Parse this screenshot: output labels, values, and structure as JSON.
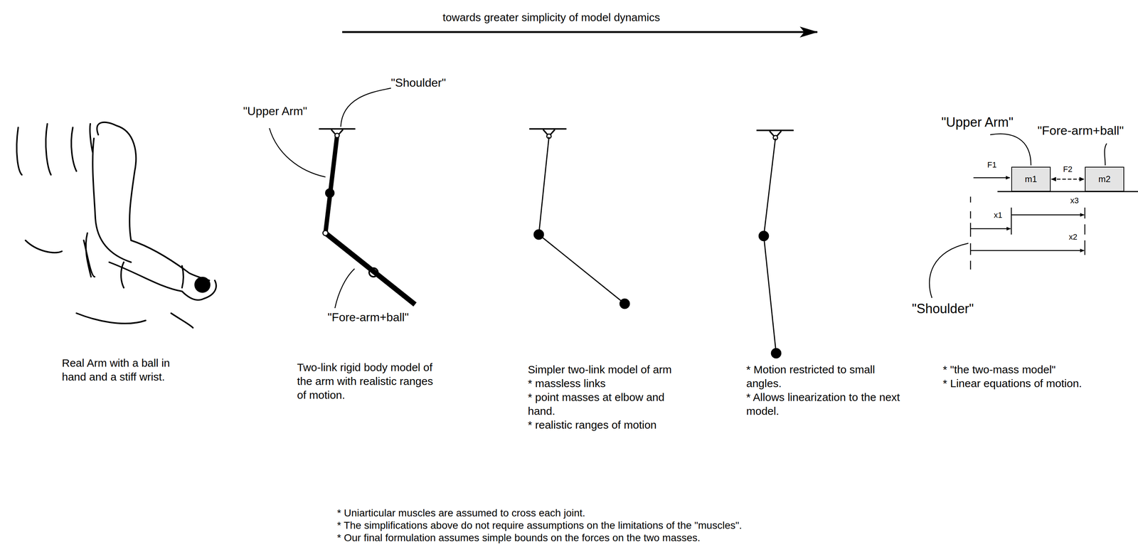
{
  "diagram": {
    "nodes": [
      {
        "text": [
          "m1"
        ]
      },
      {
        "text": [
          "m2"
        ]
      }
    ],
    "edges": [
      {
        "from": 0,
        "to": 1,
        "arrow": "both",
        "label": "F2"
      }
    ],
    "labels": [
      "towards greater simplicity of model dynamics",
      "Real Arm with a ball in hand and a stiff wrist.",
      "\"Shoulder\"",
      "\"Upper Arm\"",
      "\"Fore-arm+ball\"",
      "Two-link rigid body model of the arm with realistic ranges of motion.",
      "Simpler two-link model of arm",
      "* massless links",
      "* point masses at elbow and hand.",
      "* realistic ranges of motion",
      "* Motion restricted to small angles.",
      "* Allows linearization to the next model.",
      "\"Upper Arm\"",
      "\"Fore-arm+ball\"",
      "F1",
      "x3",
      "x1",
      "x2",
      "\"Shoulder\"",
      "* \"the two-mass model\"",
      "* Linear equations of motion.",
      "* Uniarticular muscles are assumed to cross each joint.",
      "* The simplifications above do not require assumptions on the limitations of the \"muscles\".",
      "* Our final formulation assumes simple bounds on the forces on the two masses."
    ]
  }
}
